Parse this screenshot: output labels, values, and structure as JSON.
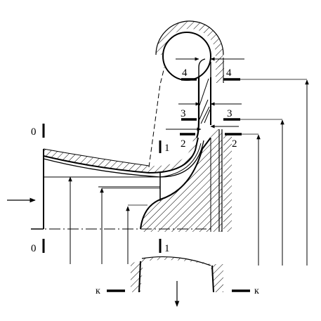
{
  "sections": {
    "s0": "0",
    "s1": "1",
    "s2": "2",
    "s3": "3",
    "s4": "4",
    "sk": "к"
  },
  "colors": {
    "ink": "#000000",
    "paper": "#ffffff"
  }
}
